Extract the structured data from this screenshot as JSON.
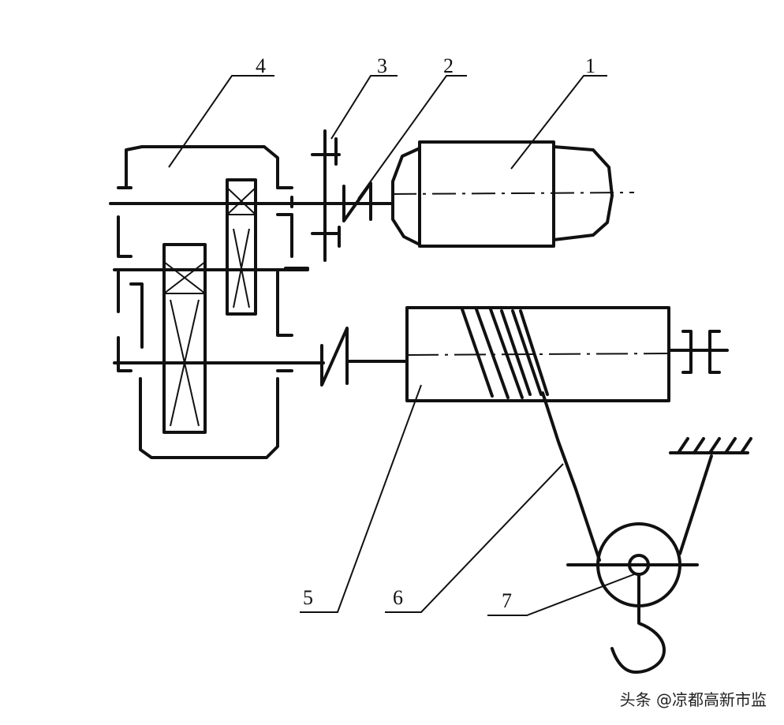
{
  "labels": {
    "l1": "1",
    "l2": "2",
    "l3": "3",
    "l4": "4",
    "l5": "5",
    "l6": "6",
    "l7": "7"
  },
  "watermark": "头条 @凉都高新市监"
}
